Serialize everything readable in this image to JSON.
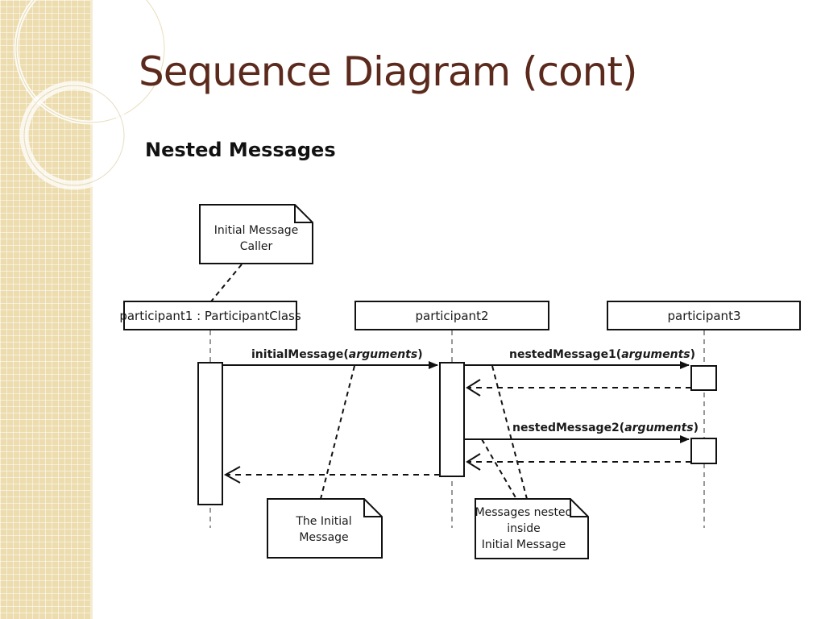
{
  "slide": {
    "title": "Sequence Diagram (cont)",
    "subtitle": "Nested Messages"
  },
  "diagram": {
    "participants": [
      "participant1 : ParticipantClass",
      "participant2",
      "participant3"
    ],
    "messages": [
      {
        "name": "initialMessage(",
        "args": "arguments",
        "close": ")"
      },
      {
        "name": "nestedMessage1(",
        "args": "arguments",
        "close": ")"
      },
      {
        "name": "nestedMessage2(",
        "args": "arguments",
        "close": ")"
      }
    ],
    "notes": {
      "caller": [
        "Initial Message",
        "Caller"
      ],
      "initial": [
        "The Initial",
        "Message"
      ],
      "nested": [
        "Messages nested",
        "inside",
        "Initial Message"
      ]
    }
  }
}
